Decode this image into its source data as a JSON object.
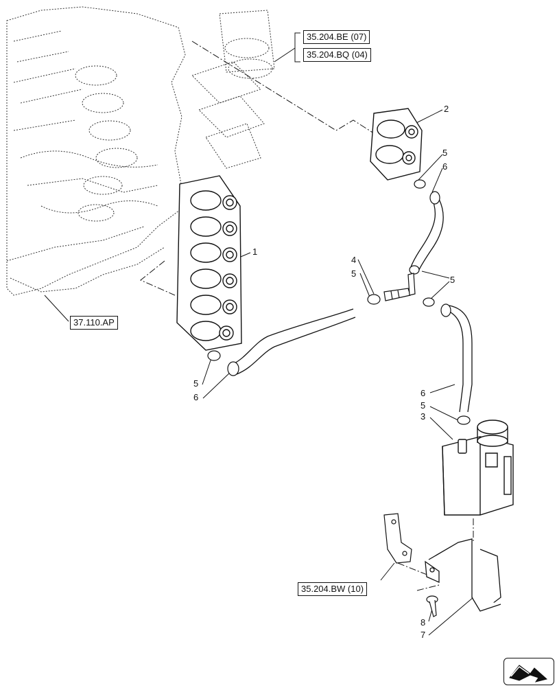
{
  "diagram": {
    "references": {
      "ref_1": "35.204.BE (07)",
      "ref_2": "35.204.BQ (04)",
      "ref_3": "37.110.AP",
      "ref_4": "35.204.BW (10)"
    },
    "callouts": {
      "c1": "1",
      "c2": "2",
      "c3": "3",
      "c4": "4",
      "c5a": "5",
      "c6a": "6",
      "c5b": "5",
      "c5c": "5",
      "c5d": "5",
      "c6b": "6",
      "c6c": "6",
      "c5e": "5",
      "c8": "8",
      "c7": "7"
    }
  },
  "icons": {
    "nav": "next-page-arrow-icon"
  },
  "colors": {
    "line": "#111111",
    "background": "#ffffff"
  }
}
